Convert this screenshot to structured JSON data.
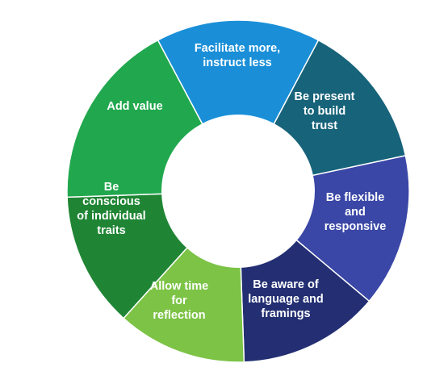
{
  "segments": [
    {
      "lines": [
        "Facilitate more,",
        "instruct less"
      ],
      "color": "#1a8fd8"
    },
    {
      "lines": [
        "Be present",
        "to build",
        "trust"
      ],
      "color": "#17637a"
    },
    {
      "lines": [
        "Be flexible",
        "and",
        "responsive"
      ],
      "color": "#3a47a6"
    },
    {
      "lines": [
        "Be aware of",
        "language and",
        "framings"
      ],
      "color": "#232f72"
    },
    {
      "lines": [
        "Allow time",
        "for",
        "reflection"
      ],
      "color": "#7cc346"
    },
    {
      "lines": [
        "Be",
        "conscious",
        "of individual",
        "traits"
      ],
      "color": "#1f8534"
    },
    {
      "lines": [
        "Add value"
      ],
      "color": "#21a84e"
    }
  ]
}
